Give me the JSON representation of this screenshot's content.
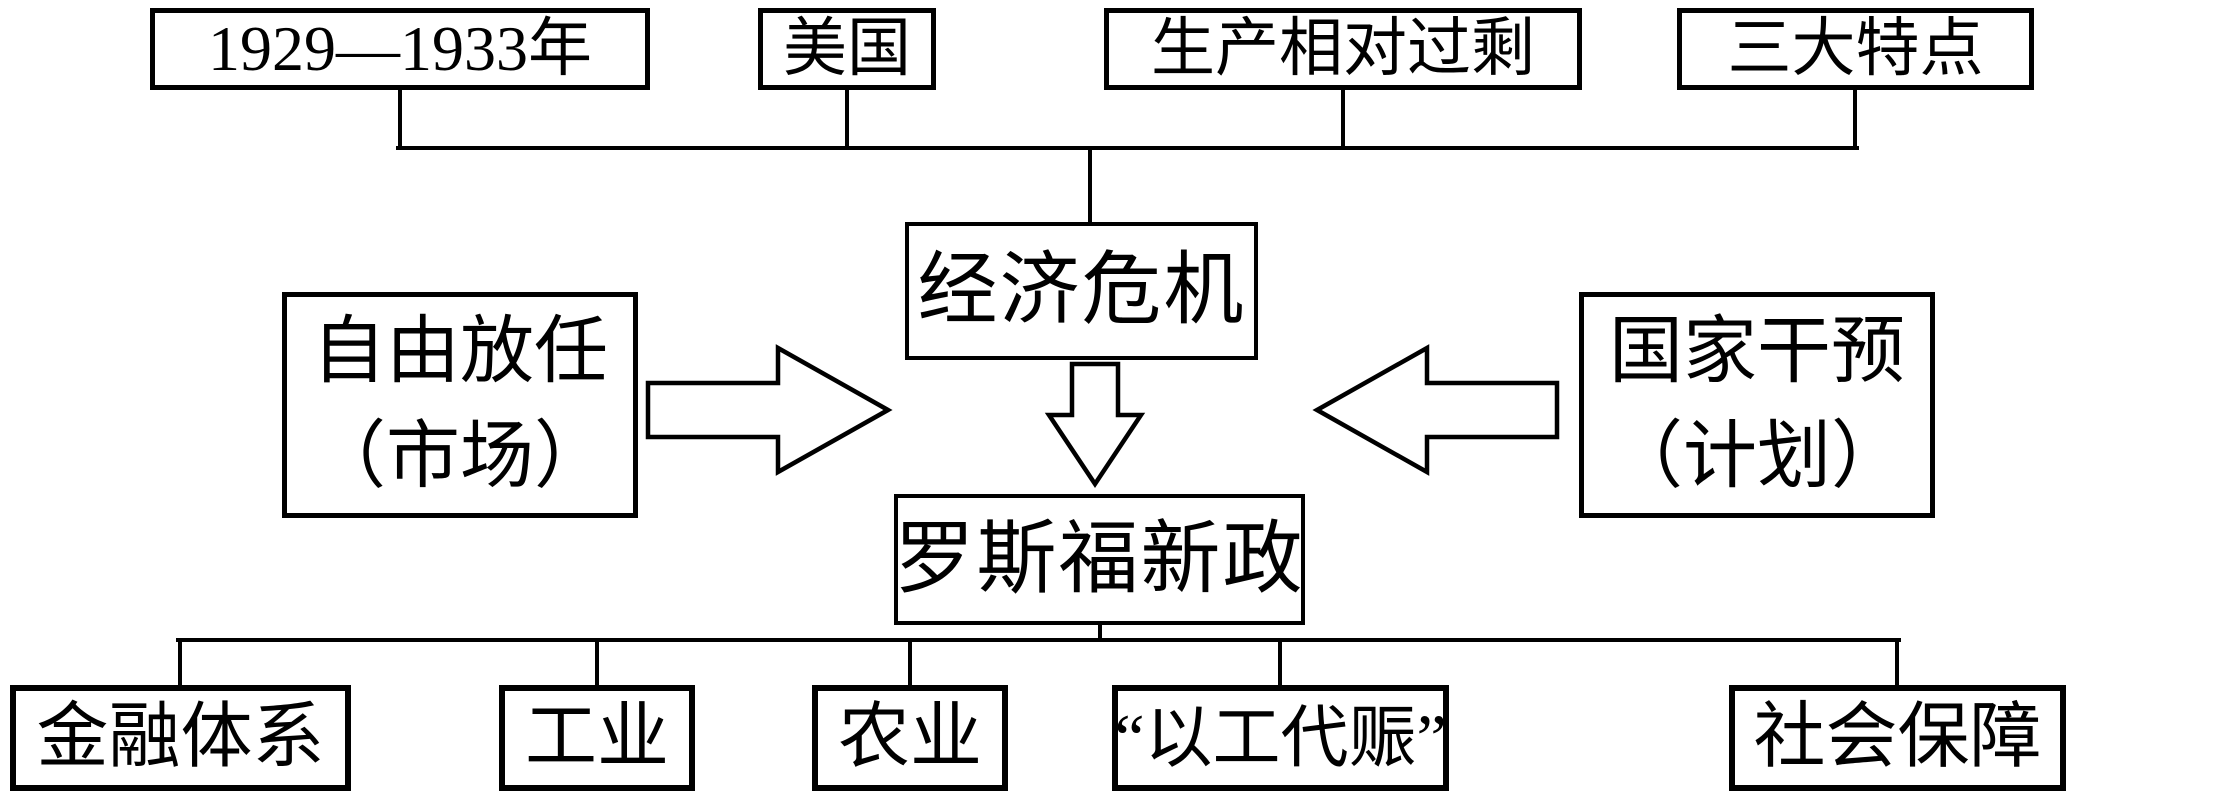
{
  "diagram": {
    "top_row": [
      {
        "label": "1929—1933年"
      },
      {
        "label": "美国"
      },
      {
        "label": "生产相对过剩"
      },
      {
        "label": "三大特点"
      }
    ],
    "center": {
      "crisis_label": "经济危机",
      "new_deal_label": "罗斯福新政"
    },
    "left_cause": {
      "line1": "自由放任",
      "line2": "（市场）"
    },
    "right_cause": {
      "line1": "国家干预",
      "line2": "（计划）"
    },
    "bottom_row": [
      {
        "label": "金融体系"
      },
      {
        "label": "工业"
      },
      {
        "label": "农业"
      },
      {
        "label": "“以工代赈”"
      },
      {
        "label": "社会保障"
      }
    ],
    "icons": {
      "arrow_right": "right-block-arrow",
      "arrow_left": "left-block-arrow",
      "arrow_down": "down-block-arrow"
    },
    "colors": {
      "stroke": "#000000",
      "fill": "#ffffff",
      "background": "#ffffff"
    }
  }
}
